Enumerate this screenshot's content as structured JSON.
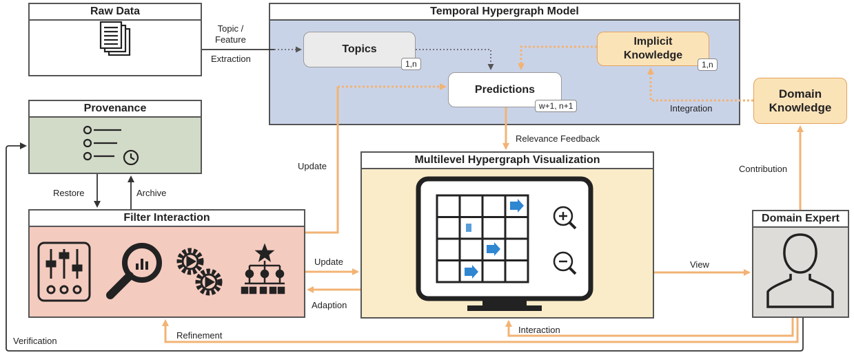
{
  "boxes": {
    "raw_data": "Raw Data",
    "thm": "Temporal Hypergraph Model",
    "provenance": "Provenance",
    "filter": "Filter Interaction",
    "mhv": "Multilevel Hypergraph Visualization",
    "expert": "Domain Expert"
  },
  "nodes": {
    "topics": "Topics",
    "topics_tag": "1,n",
    "predictions": "Predictions",
    "predictions_tag": "w+1, n+1",
    "implicit": "Implicit\nKnowledge",
    "implicit_tag": "1,n",
    "domain_knowledge": "Domain\nKnowledge"
  },
  "edges": {
    "topic_feature": "Topic /\nFeature",
    "extraction": "Extraction",
    "relevance": "Relevance Feedback",
    "integration": "Integration",
    "contribution": "Contribution",
    "update_top": "Update",
    "restore": "Restore",
    "archive": "Archive",
    "update_mid": "Update",
    "adaption": "Adaption",
    "view": "View",
    "interaction": "Interaction",
    "refinement": "Refinement",
    "verification": "Verification"
  },
  "colors": {
    "orange": "#f2b374",
    "thm_bg": "#c9d3e8",
    "prov_bg": "#d2dac8",
    "filter_bg": "#f4cbbf",
    "mhv_bg": "#fbecc9",
    "expert_bg": "#dedcd8",
    "implicit_bg": "#fbe3b8",
    "topics_bg": "#ebebeb"
  },
  "icons": {
    "raw_data": "document-stack-icon",
    "provenance": "history-list-icon",
    "filter_sliders": "sliders-icon",
    "filter_search": "magnifier-chart-icon",
    "filter_gears": "gears-play-icon",
    "filter_hierarchy": "hierarchy-star-icon",
    "monitor": "monitor-grid-icon",
    "zoom_in": "zoom-in-icon",
    "zoom_out": "zoom-out-icon",
    "user": "user-icon"
  }
}
